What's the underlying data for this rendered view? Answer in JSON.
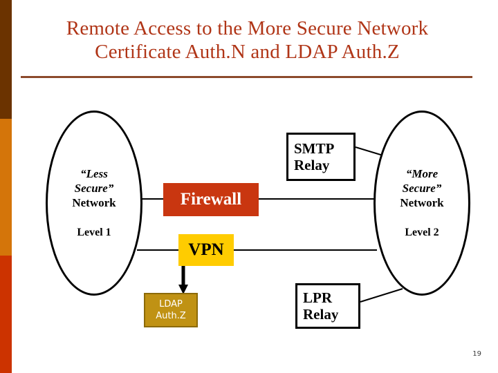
{
  "slide": {
    "title_line1": "Remote Access to the More Secure Network",
    "title_line2": "Certificate Auth.N and LDAP Auth.Z",
    "slide_number": "19"
  },
  "sidebar": {
    "segments": [
      {
        "name": "top-brown",
        "color": "#6B3300"
      },
      {
        "name": "mid-orange",
        "color": "#D4750A"
      },
      {
        "name": "bottom-red",
        "color": "#CC3300"
      }
    ]
  },
  "colors": {
    "title_text": "#B03517",
    "title_rule": "#8C4A2B",
    "firewall_fill": "#C93610",
    "firewall_text": "#FFFFFF",
    "vpn_fill": "#FFCC00",
    "vpn_text": "#000000",
    "ldap_fill": "#C09214",
    "ldap_border": "#8C6A08",
    "ldap_text": "#FFFFFF",
    "outline": "#000000"
  },
  "diagram": {
    "left_cloud": {
      "quote_line1": "“Less",
      "quote_line2": "Secure”",
      "network_label": "Network",
      "level_label": "Level 1"
    },
    "right_cloud": {
      "quote_line1": "“More",
      "quote_line2": "Secure”",
      "network_label": "Network",
      "level_label": "Level 2"
    },
    "firewall": {
      "label": "Firewall"
    },
    "vpn": {
      "label": "VPN"
    },
    "smtp_relay": {
      "line1": "SMTP",
      "line2": "Relay"
    },
    "lpr_relay": {
      "line1": "LPR",
      "line2": "Relay"
    },
    "ldap_authz": {
      "line1": "LDAP",
      "line2": "Auth.Z"
    },
    "connections": [
      {
        "name": "left-cloud-to-firewall",
        "style": "line"
      },
      {
        "name": "left-cloud-to-vpn",
        "style": "line"
      },
      {
        "name": "firewall-to-right-cloud",
        "style": "line"
      },
      {
        "name": "vpn-to-right-cloud",
        "style": "line"
      },
      {
        "name": "smtp-relay-to-right-cloud",
        "style": "line"
      },
      {
        "name": "lpr-relay-to-right-cloud",
        "style": "line"
      },
      {
        "name": "vpn-to-ldap-authz",
        "style": "arrow"
      }
    ]
  }
}
